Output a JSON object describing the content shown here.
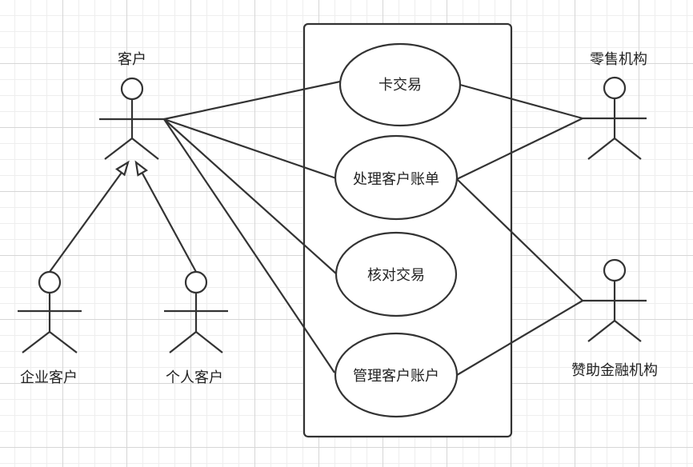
{
  "actors": {
    "customer": "客户",
    "enterprise": "企业客户",
    "individual": "个人客户",
    "retail": "零售机构",
    "sponsor": "赞助金融机构"
  },
  "use_cases": {
    "card_trade": "卡交易",
    "handle_bill": "处理客户账单",
    "reconcile": "核对交易",
    "manage_account": "管理客户账户"
  },
  "colors": {
    "line": "#333333",
    "background": "#ffffff",
    "grid": "#d6d6d6"
  }
}
